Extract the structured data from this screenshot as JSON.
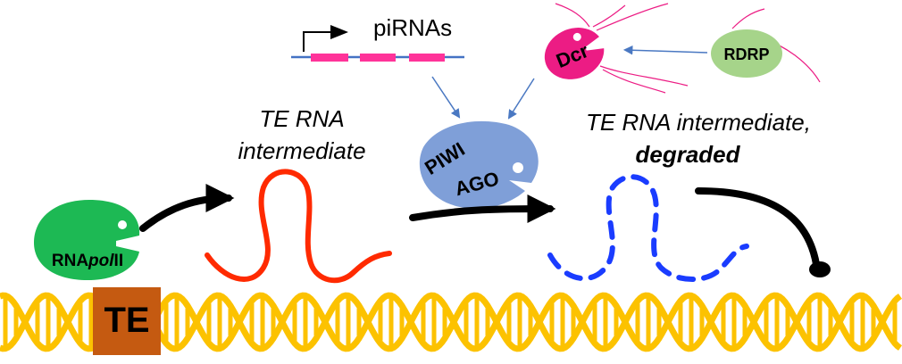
{
  "labels": {
    "pirnas": "piRNAs",
    "dcr": "Dcr",
    "rdrp": "RDRP",
    "te_intermediate_line1": "TE RNA",
    "te_intermediate_line2": "intermediate",
    "degraded_line1": "TE RNA intermediate,",
    "degraded_line2": "degraded",
    "piwi": "PIWI",
    "ago": "AGO",
    "rnapol_prefix": "RNA",
    "rnapol_italic": "pol",
    "rnapol_suffix": "II",
    "te_box": "TE"
  },
  "colors": {
    "enzyme_green": "#1db954",
    "rdrp_green": "#a6d48a",
    "dcr_pink": "#ec1c84",
    "piwi_blue": "#7f9fd8",
    "te_rna_red": "#ff2a00",
    "degraded_blue": "#1a3cff",
    "dna_gold": "#fcc200",
    "te_box_brown": "#c55a11",
    "arrow_thin": "#4a78c2",
    "promoter_line": "#4472c4",
    "pirna_segment": "#ff3399"
  }
}
